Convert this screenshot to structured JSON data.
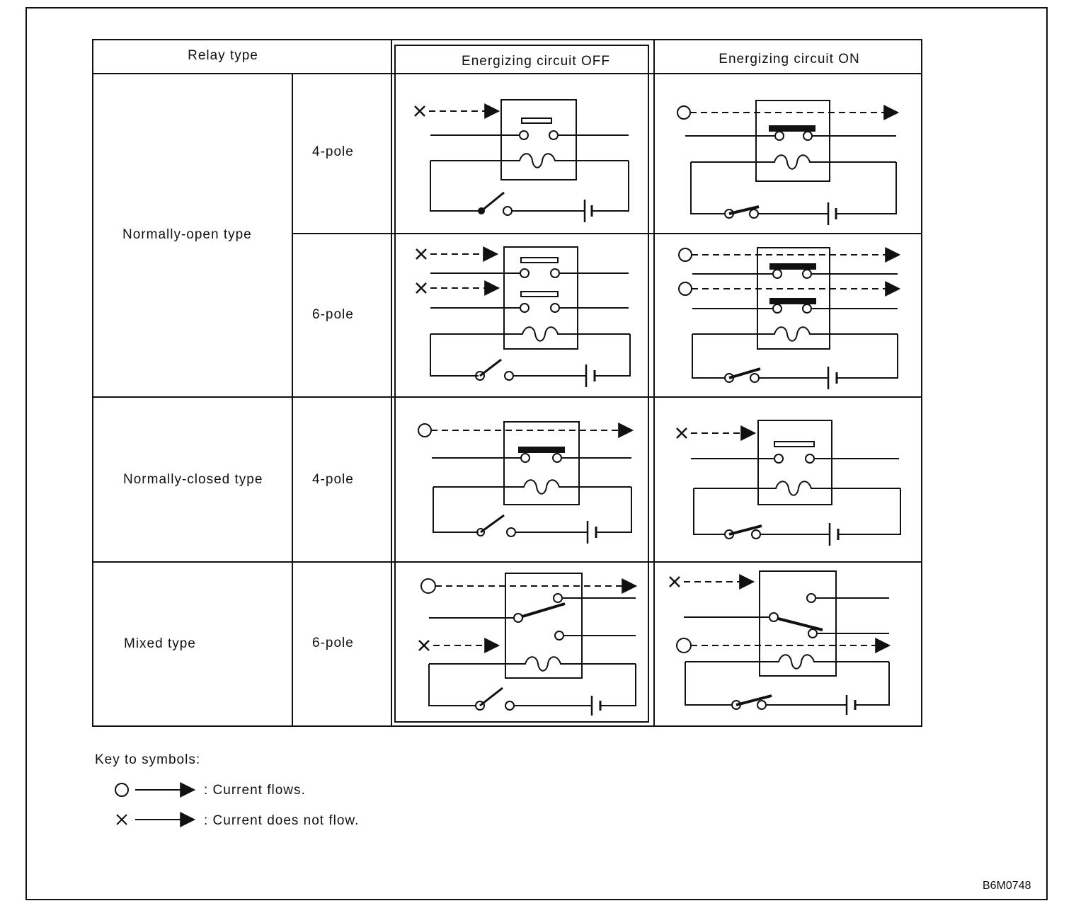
{
  "header": {
    "relay_type": "Relay type",
    "off": "Energizing circuit OFF",
    "on": "Energizing circuit ON"
  },
  "rows": [
    {
      "type": "Normally-open type",
      "poles": [
        "4-pole",
        "6-pole"
      ]
    },
    {
      "type": "Normally-closed type",
      "poles": [
        "4-pole"
      ]
    },
    {
      "type": "Mixed type",
      "poles": [
        "6-pole"
      ]
    }
  ],
  "key": {
    "title": "Key to symbols:",
    "flows": ": Current flows.",
    "not_flows": ": Current does not flow."
  },
  "figure_code": "B6M0748"
}
